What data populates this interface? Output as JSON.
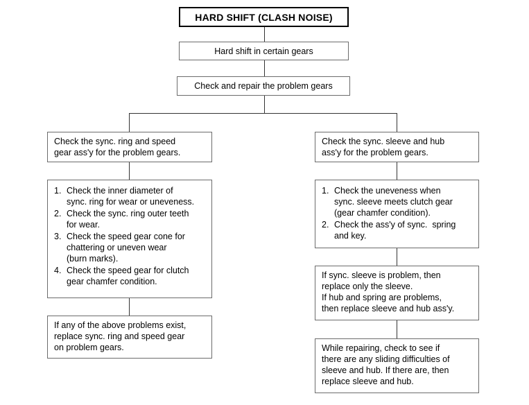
{
  "diagram": {
    "title_box": {
      "text": "HARD SHIFT (CLASH NOISE)"
    },
    "symptom_box": {
      "text": "Hard shift in certain gears"
    },
    "action_box": {
      "text": "Check and repair the problem gears"
    },
    "left_branch": {
      "header": {
        "line1": "Check the sync. ring and speed",
        "line2": "gear ass'y for the problem gears."
      },
      "checklist": [
        {
          "number": "1.",
          "lines": [
            "Check the inner diameter of",
            "sync. ring for wear or uneveness."
          ]
        },
        {
          "number": "2.",
          "lines": [
            "Check the sync. ring outer teeth",
            "for wear."
          ]
        },
        {
          "number": "3.",
          "lines": [
            "Check the speed gear cone for",
            "chattering or uneven wear",
            "(burn marks)."
          ]
        },
        {
          "number": "4.",
          "lines": [
            "Check the speed gear for clutch",
            "gear chamfer condition."
          ]
        }
      ],
      "result": {
        "line1": "If any of the above problems exist,",
        "line2": "replace sync. ring and speed gear",
        "line3": "on problem gears."
      }
    },
    "right_branch": {
      "header": {
        "line1": "Check the sync. sleeve and hub",
        "line2": "ass'y for the problem gears."
      },
      "checklist": [
        {
          "number": "1.",
          "lines": [
            "Check the uneveness when",
            "sync. sleeve meets clutch gear",
            "(gear chamfer condition)."
          ]
        },
        {
          "number": "2.",
          "lines": [
            "Check the ass'y of sync.  spring",
            "and key."
          ]
        }
      ],
      "result": {
        "line1": "If sync. sleeve is problem, then",
        "line2": "replace only the sleeve.",
        "line3": "If hub and spring are problems,",
        "line4": "then replace sleeve and hub ass'y."
      },
      "note": {
        "line1": "While repairing, check to see if",
        "line2": "there are any sliding difficulties of",
        "line3": "sleeve and hub. If there are, then",
        "line4": "replace sleeve and hub."
      }
    }
  }
}
